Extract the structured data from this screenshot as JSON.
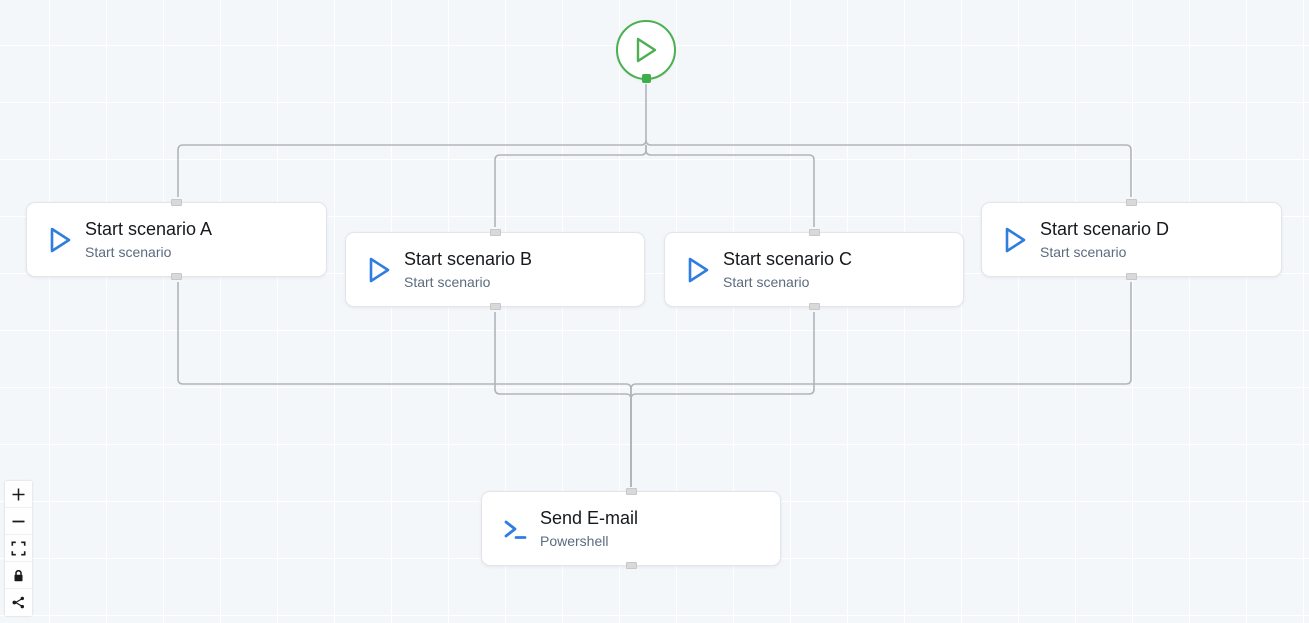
{
  "canvas": {
    "background_color": "#f4f7fa",
    "grid_color": "#ffffff",
    "grid_size": 57
  },
  "colors": {
    "start_accent": "#4caf50",
    "node_accent": "#2f7de1",
    "edge": "#b1b5bb",
    "handle": "#d9d9d9",
    "title_text": "#16191d",
    "subtitle_text": "#5c6b7f"
  },
  "start_node": {
    "name": "start-trigger",
    "icon": "play-icon"
  },
  "nodes": [
    {
      "id": "scenario-a",
      "title": "Start scenario A",
      "subtitle": "Start scenario",
      "icon": "play-icon"
    },
    {
      "id": "scenario-b",
      "title": "Start scenario B",
      "subtitle": "Start scenario",
      "icon": "play-icon"
    },
    {
      "id": "scenario-c",
      "title": "Start scenario C",
      "subtitle": "Start scenario",
      "icon": "play-icon"
    },
    {
      "id": "scenario-d",
      "title": "Start scenario D",
      "subtitle": "Start scenario",
      "icon": "play-icon"
    },
    {
      "id": "send-email",
      "title": "Send E-mail",
      "subtitle": "Powershell",
      "icon": "terminal-prompt-icon"
    }
  ],
  "controls": [
    {
      "id": "zoom-in",
      "icon": "plus-icon"
    },
    {
      "id": "zoom-out",
      "icon": "minus-icon"
    },
    {
      "id": "fit-view",
      "icon": "fit-view-icon"
    },
    {
      "id": "lock",
      "icon": "lock-icon"
    },
    {
      "id": "interactivity",
      "icon": "share-nodes-icon"
    }
  ]
}
